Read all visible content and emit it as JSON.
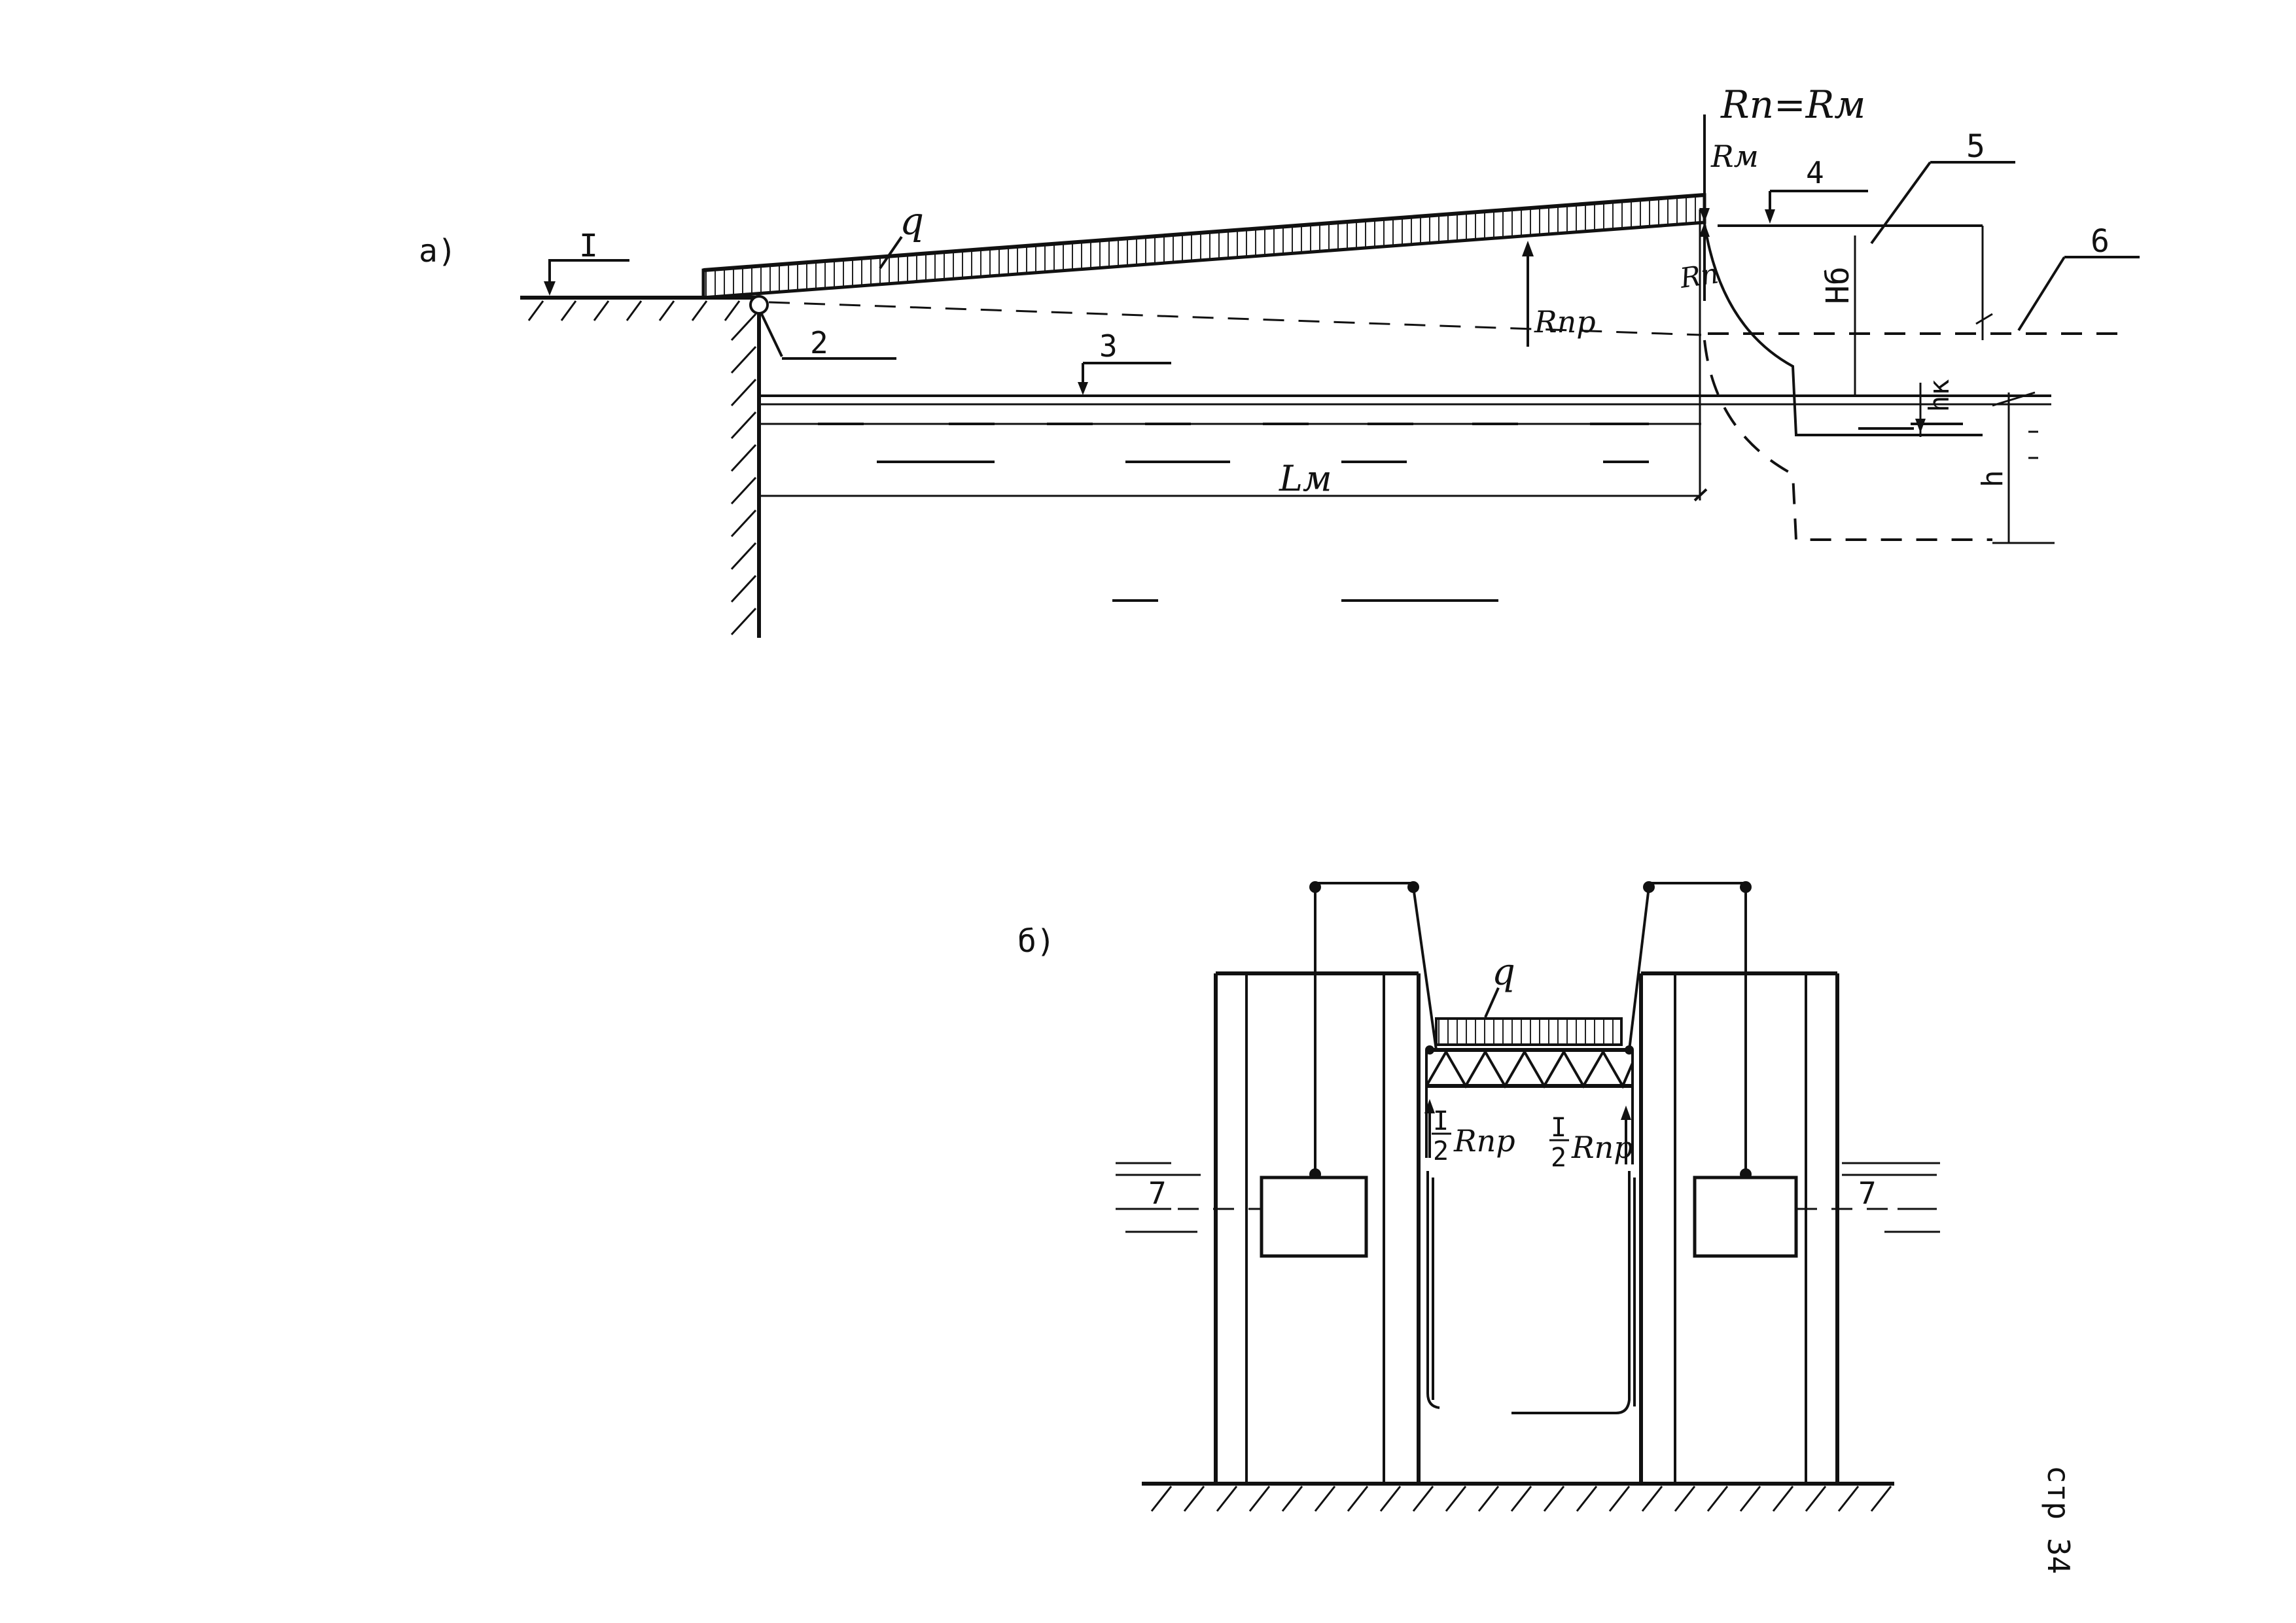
{
  "panels": {
    "a": {
      "panel_label": "а)",
      "section_mark": "I",
      "load_label": "q",
      "callouts": {
        "hinge": "2",
        "water_level": "3",
        "deck_level": "4",
        "pier": "5",
        "foundation": "6"
      },
      "reactions": {
        "equality": "Rп=Rм",
        "bridge_end": "Rм",
        "pier": "Rп",
        "pontoon": "Rпр"
      },
      "dims": {
        "span": "Lм",
        "pier_height": "Hб",
        "hk": "hк",
        "h": "h"
      }
    },
    "b": {
      "panel_label": "б)",
      "load_label": "q",
      "reaction_left_num": "I",
      "reaction_left_den": "2",
      "reaction_left_sym": "Rпр",
      "reaction_right_num": "I",
      "reaction_right_den": "2",
      "reaction_right_sym": "Rпр",
      "counterweight_left": "7",
      "counterweight_right": "7"
    }
  },
  "page_number": "стр 34"
}
